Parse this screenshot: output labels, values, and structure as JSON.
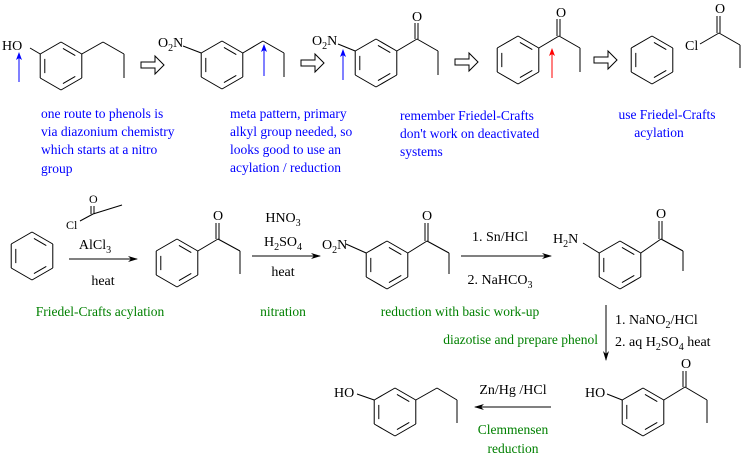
{
  "title": "Retrosynthesis of 3-propylphenol from benzene",
  "colors": {
    "note": "#0000ff",
    "step_label": "#008000",
    "warning_arrow": "#ff0000",
    "ink": "#000000"
  },
  "atoms": {
    "hydroxyl": "HO",
    "oxygen": "O",
    "chlorine": "Cl"
  },
  "formulas": {
    "nitro": [
      "O",
      "2",
      "N"
    ],
    "amino": [
      "H",
      "2",
      "N"
    ],
    "nitric_acid": [
      "HNO",
      "3"
    ],
    "sulfuric_acid": [
      "H",
      "2",
      "SO",
      "4"
    ],
    "aluminium_chloride": [
      "AlCl",
      "3"
    ],
    "bicarbonate_step": [
      "2. NaHCO",
      "3"
    ],
    "diazotise_step1": [
      "1. NaNO",
      "2",
      "/HCl"
    ],
    "diazotise_step2": [
      "2. aq H",
      "2",
      "SO",
      "4",
      "  heat"
    ]
  },
  "retrosynthesis_notes": [
    [
      "one route to phenols is",
      "via diazonium chemistry",
      "which starts at a nitro",
      "group"
    ],
    [
      "meta pattern, primary",
      "alkyl group needed, so",
      "looks good to use an",
      "acylation / reduction"
    ],
    [
      "remember Friedel-Crafts",
      "don't work on deactivated",
      "systems"
    ],
    [
      "use Friedel-Crafts",
      "acylation"
    ]
  ],
  "reagents": {
    "heat": "heat",
    "sn_hcl": "1. Sn/HCl",
    "zn_hg_hcl": "Zn/Hg /HCl"
  },
  "step_labels": {
    "friedel_crafts": "Friedel-Crafts acylation",
    "nitration": "nitration",
    "reduction": "reduction with basic work-up",
    "diazotise": "diazotise and prepare phenol",
    "clemmensen_1": "Clemmensen",
    "clemmensen_2": "reduction"
  }
}
